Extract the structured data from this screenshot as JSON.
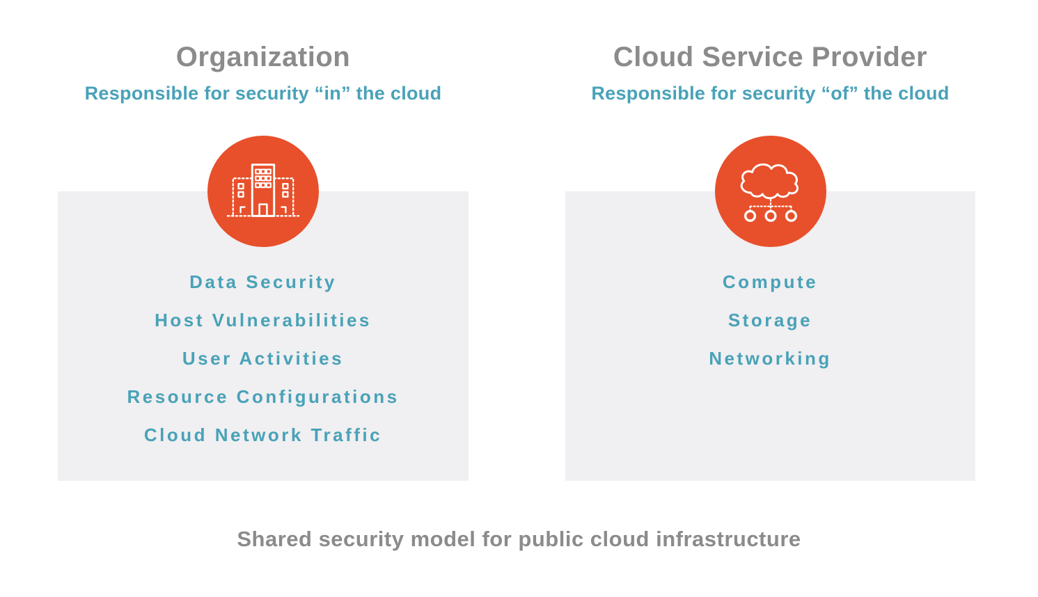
{
  "caption": "Shared security model for public cloud infrastructure",
  "colors": {
    "orange": "#E7502B",
    "teal": "#48A2B8",
    "gray": "#8B8B8B",
    "panel": "#F0EFF1"
  },
  "columns": [
    {
      "title": "Organization",
      "subtitle": "Responsible for security “in” the cloud",
      "icon": "building-icon",
      "items": [
        "Data Security",
        "Host Vulnerabilities",
        "User Activities",
        "Resource Configurations",
        "Cloud Network Traffic"
      ]
    },
    {
      "title": "Cloud Service Provider",
      "subtitle": "Responsible for security “of” the cloud",
      "icon": "cloud-network-icon",
      "items": [
        "Compute",
        "Storage",
        "Networking"
      ]
    }
  ]
}
